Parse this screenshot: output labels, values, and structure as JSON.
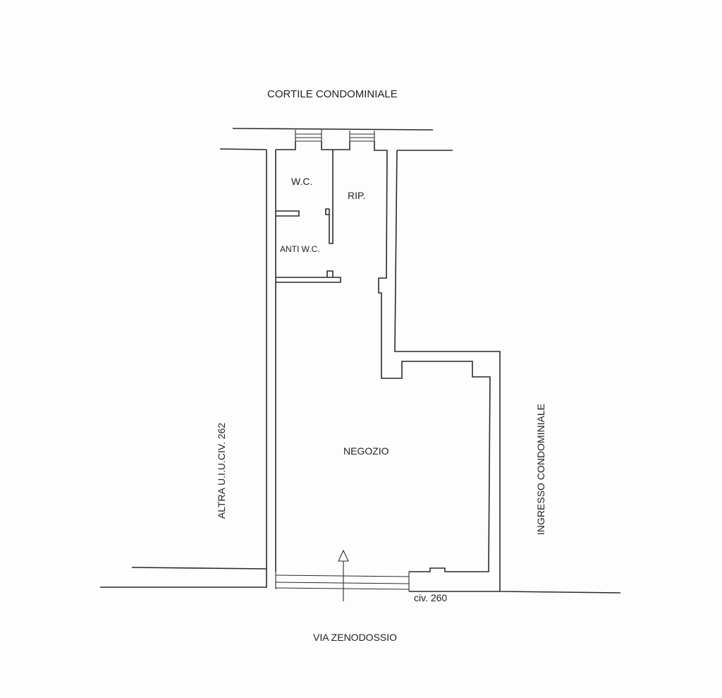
{
  "labels": {
    "courtyard": "CORTILE CONDOMINIALE",
    "street": "VIA ZENODOSSIO",
    "left_neighbor": "ALTRA U.I.U.CIV. 262",
    "right_entrance": "INGRESSO CONDOMINIALE",
    "civic_number": "civ. 260"
  },
  "rooms": {
    "wc": "W.C.",
    "storage": "RIP.",
    "anti_wc": "ANTI W.C.",
    "shop": "NEGOZIO"
  },
  "colors": {
    "line": "#2a2a2a",
    "text": "#222222",
    "paper": "#fdfdfd"
  }
}
